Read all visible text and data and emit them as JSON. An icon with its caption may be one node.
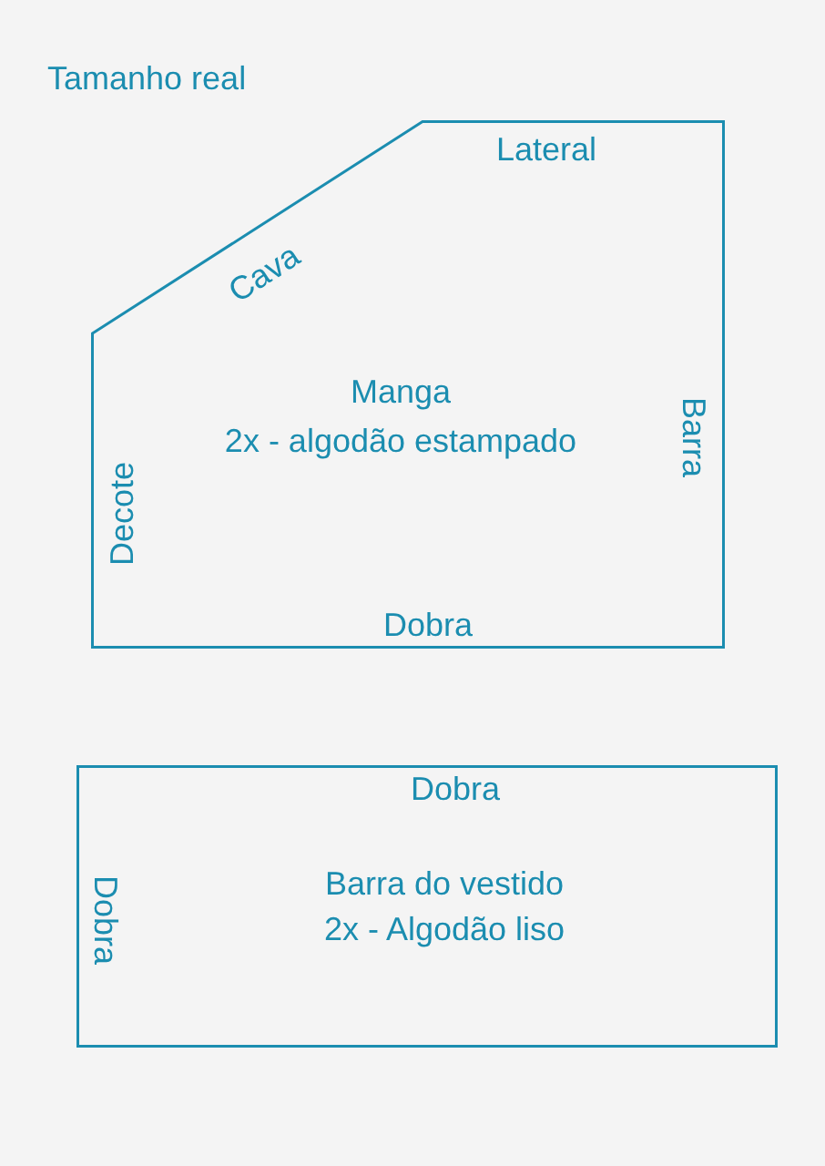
{
  "diagram": {
    "title": "Tamanho real",
    "nodes": [
      {
        "text": [
          "Lateral",
          "Cava",
          "Manga",
          "2x - algodão estampado",
          "Barra",
          "Decote",
          "Dobra"
        ]
      },
      {
        "text": [
          "Dobra",
          "Barra do vestido",
          "2x - Algodão liso",
          "Dobra"
        ]
      }
    ]
  }
}
